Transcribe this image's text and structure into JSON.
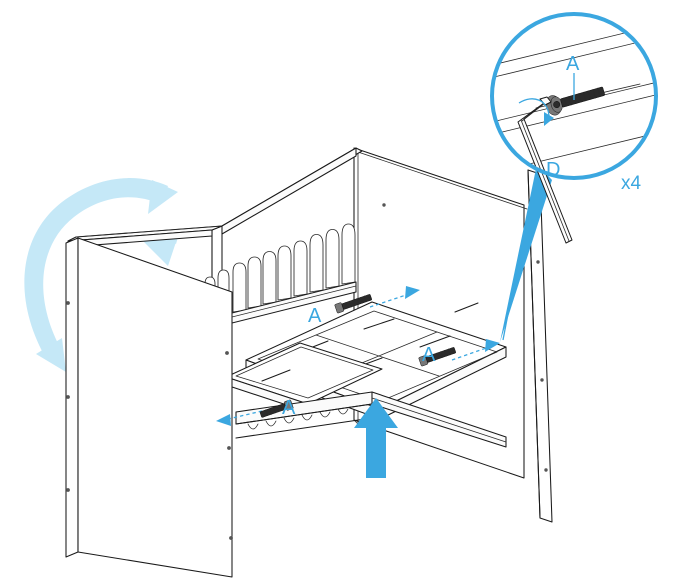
{
  "document": {
    "kind": "furniture-assembly-instruction",
    "subject": "crib / cot side panel attachment step"
  },
  "labels": {
    "bolt_base_near": "A",
    "bolt_base_mid": "A",
    "bolt_rail_back": "A",
    "detail_bolt": "A",
    "detail_wrench": "D",
    "quantity": "x4"
  },
  "parts": {
    "bolt_code": "A",
    "allen_key_code": "D",
    "bolt_count": "x4"
  },
  "icons": {
    "rotation_arrow": "rotate-arrow-icon",
    "lift_arrow": "up-arrow-icon",
    "detail_circle": "detail-callout-circle-icon",
    "detail_pointer": "detail-pointer-wedge-icon",
    "allen_key": "allen-key-icon",
    "bolt": "hex-bolt-icon",
    "turn_arrow": "turn-direction-arrow-icon"
  },
  "colors": {
    "accent": "#3ba7e0",
    "accent_pale": "#c5e8f7",
    "line": "#1a1a1a",
    "background": "#ffffff",
    "hardware": "#2b2b2b"
  },
  "components": {
    "left_side_panel": "left-side-panel",
    "headboard_panel": "headboard-panel",
    "footboard_panel": "footboard-panel",
    "right_side_panel": "right-side-panel",
    "mattress_base": "mattress-base",
    "slatted_rail": "slatted-rail"
  }
}
